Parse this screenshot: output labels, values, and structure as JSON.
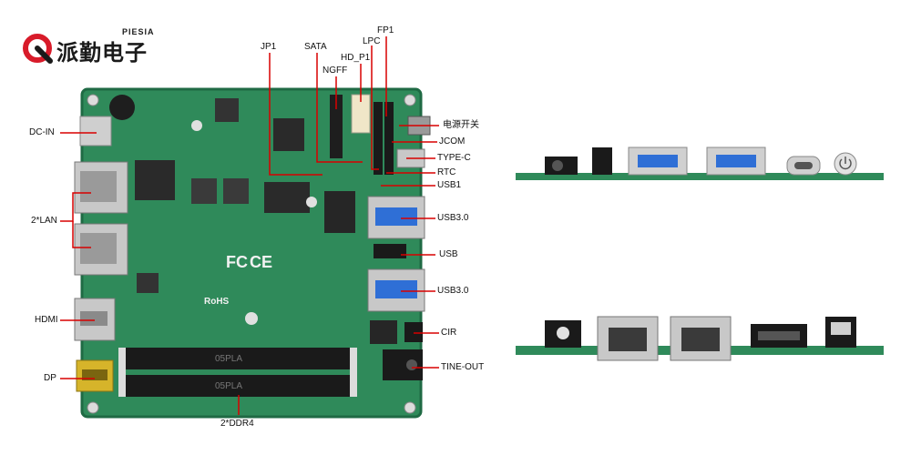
{
  "brand": {
    "name_cn": "派勤电子",
    "name_en": "PIESIA"
  },
  "callouts": {
    "dc_in": "DC-IN",
    "lan": "2*LAN",
    "hdmi": "HDMI",
    "dp": "DP",
    "ddr4": "2*DDR4",
    "jp1": "JP1",
    "sata": "SATA",
    "ngff": "NGFF",
    "hd_p1": "HD_P1",
    "lpc": "LPC",
    "fp1": "FP1",
    "power_switch": "电源开关",
    "jcom": "JCOM",
    "type_c": "TYPE-C",
    "rtc": "RTC",
    "usb1": "USB1",
    "usb30_a": "USB3.0",
    "usb": "USB",
    "usb30_b": "USB3.0",
    "cir": "CIR",
    "line_out": "TINE-OUT"
  },
  "board_marks": {
    "rohs": "RoHS",
    "fcc": "FC",
    "ce": "CE",
    "slot_a": "05PLA",
    "slot_b": "05PLA"
  },
  "colors": {
    "pcb": "#2f8a5a",
    "pcb_dark": "#1f6a44",
    "leader": "#d80000",
    "usb_blue": "#2f6fd6",
    "metal": "#c9c9c9",
    "gold": "#c9a227",
    "chip": "#2a2a2a"
  },
  "icons": {
    "logo": "piesia-q-logo",
    "power": "power-icon"
  }
}
